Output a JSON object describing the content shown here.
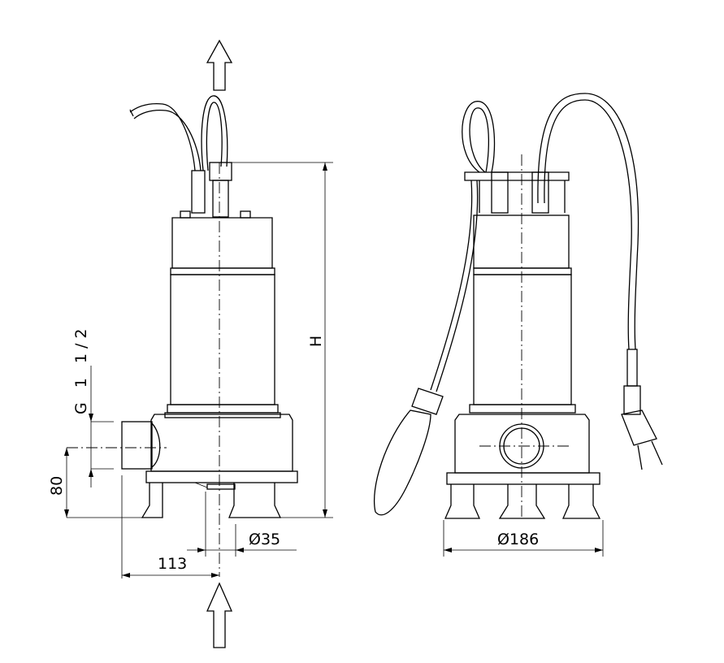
{
  "drawing": {
    "title": "Submersible pump dimension drawing",
    "dimensions": {
      "thread": "G 1 1/2",
      "outlet_height": "80",
      "overall_height": "H",
      "foot_diameter": "Ø35",
      "outlet_offset": "113",
      "base_diameter": "Ø186"
    }
  }
}
